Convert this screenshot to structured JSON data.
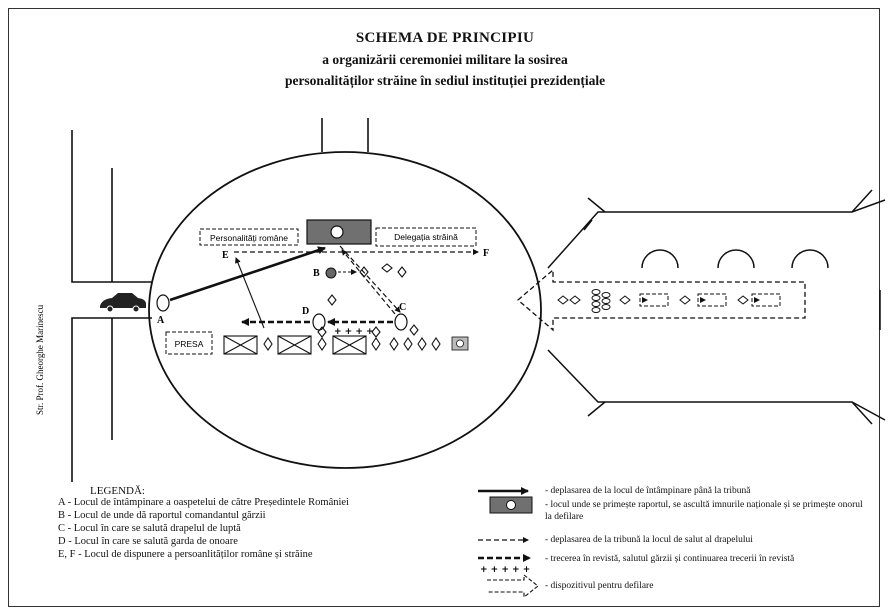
{
  "title": {
    "line1": "SCHEMA DE PRINCIPIU",
    "line2": "a organizării ceremoniei militare la sosirea",
    "line3": "personalităților străine în  sediul instituției prezidențiale"
  },
  "street_label": "Str. Prof. Gheorghe Marinescu",
  "areas": {
    "personalitati": "Personalități române",
    "delegatia": "Delegația străină",
    "presa": "PRESA"
  },
  "points": {
    "A": "A",
    "B": "B",
    "C": "C",
    "D": "D",
    "E": "E",
    "F": "F"
  },
  "legend": {
    "title": "LEGENDĂ:",
    "items": [
      "A - Locul de întâmpinare a oaspetelui de către Președintele României",
      "B - Locul de unde dă raportul comandantul gărzii",
      "C - Locul în care se salută drapelul de luptă",
      "D - Locul în care se salută garda de onoare",
      "E,  F - Locul de dispunere a persoanlităților române și străine"
    ],
    "symbols": [
      "- deplasarea de la locul de întâmpinare până la tribună",
      "- locul unde se primește raportul, se ascultă imnurile naționale și se primește onorul la defilare",
      "- deplasarea de la tribună la locul de salut al drapelului",
      "- trecerea în revistă, salutul gărzii și continuarea trecerii în revistă",
      "- dispozitivul pentru defilare"
    ]
  },
  "colors": {
    "line": "#111111",
    "tribune": "#707070"
  }
}
